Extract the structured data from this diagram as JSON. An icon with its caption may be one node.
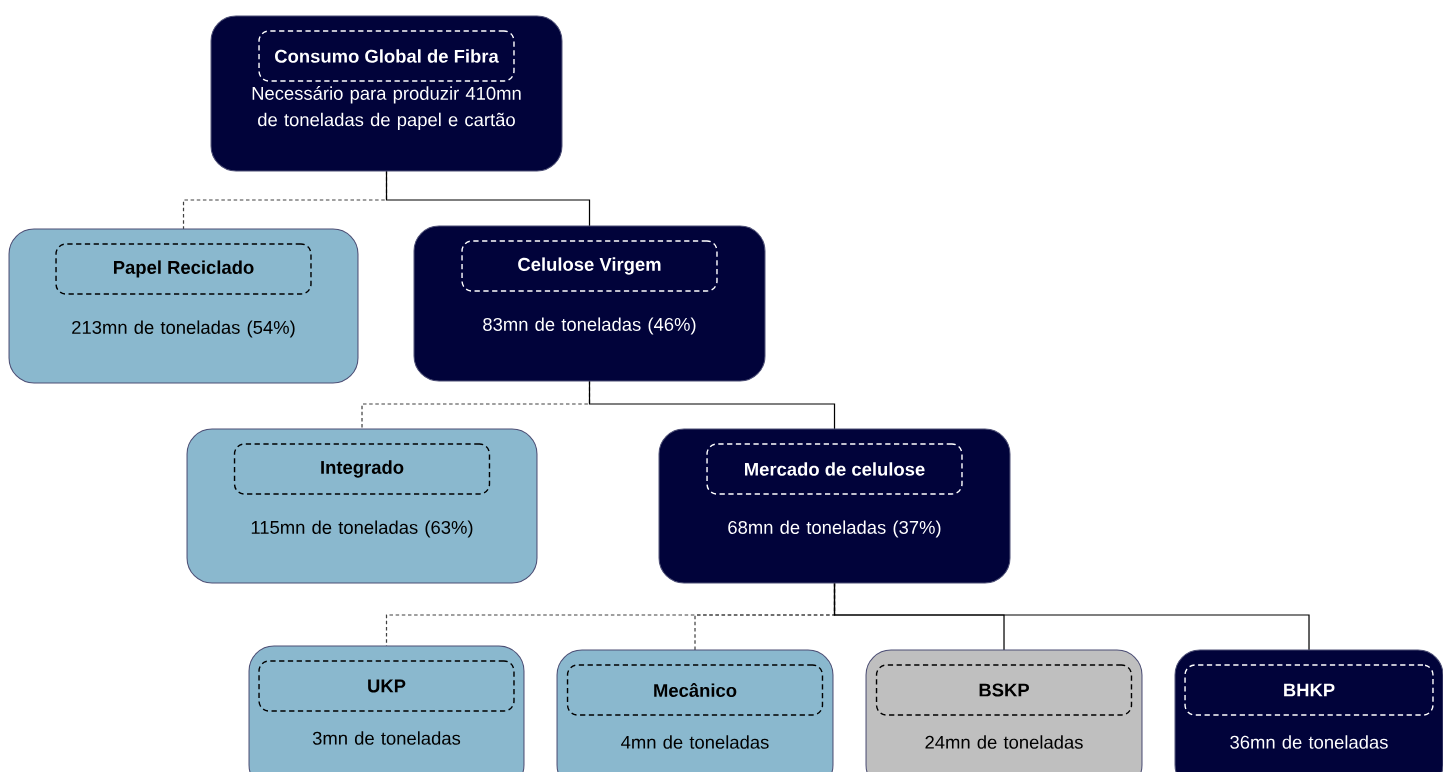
{
  "diagram": {
    "nodes": [
      {
        "text": [
          "Consumo Global de Fibra",
          "Necessário para produzir 410mn de toneladas de papel e cartão"
        ]
      },
      {
        "text": [
          "Papel Reciclado",
          "213mn de toneladas (54%)"
        ]
      },
      {
        "text": [
          "Celulose Virgem",
          "83mn de toneladas (46%)"
        ]
      },
      {
        "text": [
          "Integrado",
          "115mn de toneladas (63%)"
        ]
      },
      {
        "text": [
          "Mercado de celulose",
          "68mn de toneladas (37%)"
        ]
      },
      {
        "text": [
          "UKP",
          "3mn de toneladas"
        ]
      },
      {
        "text": [
          "Mecânico",
          "4mn de toneladas"
        ]
      },
      {
        "text": [
          "BSKP",
          "24mn de toneladas"
        ]
      },
      {
        "text": [
          "BHKP",
          "36mn de toneladas"
        ]
      }
    ],
    "edges": [
      {
        "from": 0,
        "to": 1,
        "arrow": "none",
        "style": "dashed"
      },
      {
        "from": 0,
        "to": 2,
        "arrow": "none"
      },
      {
        "from": 2,
        "to": 3,
        "arrow": "none",
        "style": "dashed"
      },
      {
        "from": 2,
        "to": 4,
        "arrow": "none"
      },
      {
        "from": 4,
        "to": 5,
        "arrow": "none",
        "style": "dashed"
      },
      {
        "from": 4,
        "to": 6,
        "arrow": "none",
        "style": "dashed"
      },
      {
        "from": 4,
        "to": 7,
        "arrow": "none"
      },
      {
        "from": 4,
        "to": 8,
        "arrow": "none"
      }
    ]
  }
}
